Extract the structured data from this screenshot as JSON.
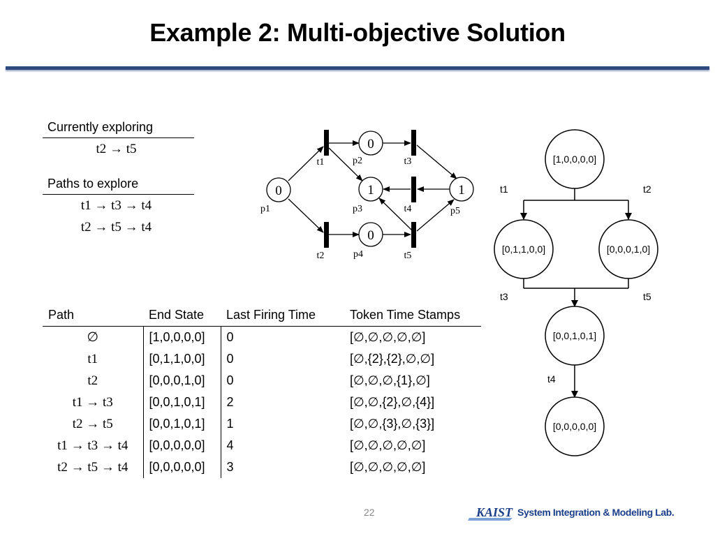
{
  "slide": {
    "title": "Example 2: Multi-objective Solution",
    "page_number": "22",
    "footer_logo": "KAIST",
    "footer_lab": "System Integration & Modeling Lab."
  },
  "left_panel": {
    "currently_exploring_label": "Currently exploring",
    "currently_exploring": "t2 → t5",
    "paths_to_explore_label": "Paths to explore",
    "paths_to_explore": [
      "t1 → t3 → t4",
      "t2 → t5 → t4"
    ]
  },
  "table": {
    "headers": [
      "Path",
      "End State",
      "Last Firing Time",
      "Token Time Stamps"
    ],
    "rows": [
      [
        "∅",
        "[1,0,0,0,0]",
        "0",
        "[∅,∅,∅,∅,∅]"
      ],
      [
        "t1",
        "[0,1,1,0,0]",
        "0",
        "[∅,{2},{2},∅,∅]"
      ],
      [
        "t2",
        "[0,0,0,1,0]",
        "0",
        "[∅,∅,∅,{1},∅]"
      ],
      [
        "t1 → t3",
        "[0,0,1,0,1]",
        "2",
        "[∅,∅,{2},∅,{4}]"
      ],
      [
        "t2 → t5",
        "[0,0,1,0,1]",
        "1",
        "[∅,∅,{3},∅,{3}]"
      ],
      [
        "t1 → t3 → t4",
        "[0,0,0,0,0]",
        "4",
        "[∅,∅,∅,∅,∅]"
      ],
      [
        "t2 → t5 → t4",
        "[0,0,0,0,0]",
        "3",
        "[∅,∅,∅,∅,∅]"
      ]
    ]
  },
  "petri_net": {
    "places": [
      {
        "name": "p1",
        "tokens": "0"
      },
      {
        "name": "p2",
        "tokens": "0"
      },
      {
        "name": "p3",
        "tokens": "1"
      },
      {
        "name": "p4",
        "tokens": "0"
      },
      {
        "name": "p5",
        "tokens": "1"
      }
    ],
    "transitions": [
      "t1",
      "t2",
      "t3",
      "t4",
      "t5"
    ]
  },
  "state_tree": {
    "nodes": [
      {
        "id": "root",
        "label": "[1,0,0,0,0]"
      },
      {
        "id": "left",
        "label": "[0,1,1,0,0]"
      },
      {
        "id": "right",
        "label": "[0,0,0,1,0]"
      },
      {
        "id": "merge",
        "label": "[0,0,1,0,1]"
      },
      {
        "id": "final",
        "label": "[0,0,0,0,0]"
      }
    ],
    "edges": [
      {
        "label": "t1"
      },
      {
        "label": "t2"
      },
      {
        "label": "t3"
      },
      {
        "label": "t5"
      },
      {
        "label": "t4"
      }
    ]
  }
}
